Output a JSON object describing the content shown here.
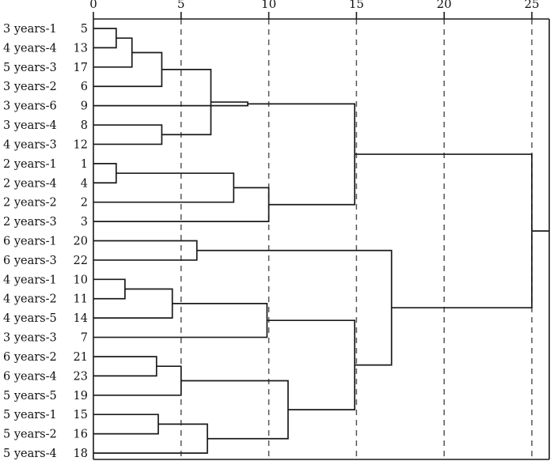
{
  "chart_data": {
    "type": "dendrogram",
    "title": "",
    "xlabel": "",
    "ylabel": "",
    "orientation": "horizontal-right",
    "xlim": [
      0,
      25.8
    ],
    "axis": {
      "position": "top",
      "ticks": [
        0,
        5,
        10,
        15,
        20,
        25
      ],
      "tick_labels": [
        "0",
        "5",
        "10",
        "15",
        "20",
        "25"
      ],
      "gridlines": "dashed-vertical",
      "grid_color": "#555555"
    },
    "line_color": "#1a1a1a",
    "leaves": [
      {
        "name": "3 years-1",
        "id": "5"
      },
      {
        "name": "4 years-4",
        "id": "13"
      },
      {
        "name": "5 years-3",
        "id": "17"
      },
      {
        "name": "3 years-2",
        "id": "6"
      },
      {
        "name": "3 years-6",
        "id": "9"
      },
      {
        "name": "3 years-4",
        "id": "8"
      },
      {
        "name": "4 years-3",
        "id": "12"
      },
      {
        "name": "2 years-1",
        "id": "1"
      },
      {
        "name": "2 years-4",
        "id": "4"
      },
      {
        "name": "2 years-2",
        "id": "2"
      },
      {
        "name": "2 years-3",
        "id": "3"
      },
      {
        "name": "6 years-1",
        "id": "20"
      },
      {
        "name": "6 years-3",
        "id": "22"
      },
      {
        "name": "4 years-1",
        "id": "10"
      },
      {
        "name": "4 years-2",
        "id": "11"
      },
      {
        "name": "4 years-5",
        "id": "14"
      },
      {
        "name": "3 years-3",
        "id": "7"
      },
      {
        "name": "6 years-2",
        "id": "21"
      },
      {
        "name": "6 years-4",
        "id": "23"
      },
      {
        "name": "5 years-5",
        "id": "19"
      },
      {
        "name": "5 years-1",
        "id": "15"
      },
      {
        "name": "5 years-2",
        "id": "16"
      },
      {
        "name": "5 years-4",
        "id": "18"
      }
    ],
    "merges": [
      {
        "left": "L0",
        "right": "L1",
        "height": 1.3
      },
      {
        "left": "M0",
        "right": "L2",
        "height": 2.2
      },
      {
        "left": "M1",
        "right": "L3",
        "height": 3.9
      },
      {
        "left": "L5",
        "right": "L6",
        "height": 3.9
      },
      {
        "left": "M2",
        "right": "M3",
        "height": 6.7
      },
      {
        "left": "M4",
        "right": "L4",
        "height": 8.8
      },
      {
        "left": "L7",
        "right": "L8",
        "height": 1.3
      },
      {
        "left": "M6",
        "right": "L9",
        "height": 8.0
      },
      {
        "left": "M7",
        "right": "L10",
        "height": 10.0
      },
      {
        "left": "M5",
        "right": "M8",
        "height": 14.9
      },
      {
        "left": "L11",
        "right": "L12",
        "height": 5.9
      },
      {
        "left": "L13",
        "right": "L14",
        "height": 1.8
      },
      {
        "left": "M11",
        "right": "L15",
        "height": 4.5
      },
      {
        "left": "M12",
        "right": "L16",
        "height": 9.9
      },
      {
        "left": "L17",
        "right": "L18",
        "height": 3.6
      },
      {
        "left": "M14",
        "right": "L19",
        "height": 5.0
      },
      {
        "left": "L20",
        "right": "L21",
        "height": 3.7
      },
      {
        "left": "M16",
        "right": "L22",
        "height": 6.5
      },
      {
        "left": "M15",
        "right": "M17",
        "height": 11.1
      },
      {
        "left": "M13",
        "right": "M18",
        "height": 14.9
      },
      {
        "left": "M10",
        "right": "M19",
        "height": 17.0
      },
      {
        "left": "M9",
        "right": "M20",
        "height": 25.0
      }
    ]
  }
}
